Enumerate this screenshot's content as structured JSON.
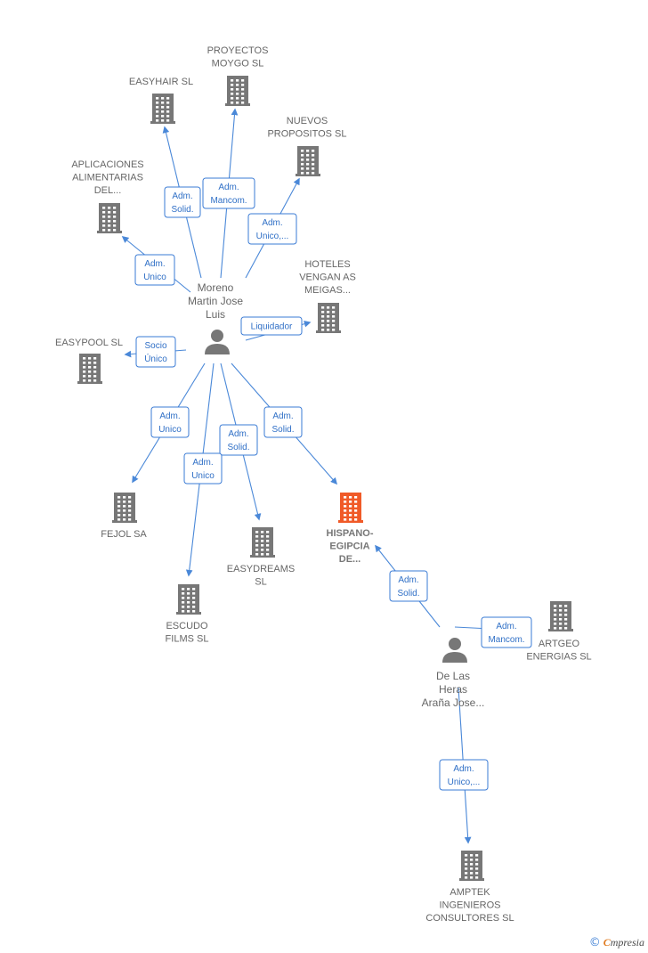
{
  "colors": {
    "accent": "#4a88d8",
    "building": "#777777",
    "focus_building": "#f05a28",
    "person": "#777777"
  },
  "companies": [
    {
      "id": "proyectos-moygo",
      "lines": [
        "PROYECTOS",
        "MOYGO  SL"
      ],
      "focus": false
    },
    {
      "id": "easyhair",
      "lines": [
        "EASYHAIR SL"
      ],
      "focus": false
    },
    {
      "id": "nuevos-propositos",
      "lines": [
        "NUEVOS",
        "PROPOSITOS SL"
      ],
      "focus": false
    },
    {
      "id": "aplicaciones-alimentarias",
      "lines": [
        "APLICACIONES",
        "ALIMENTARIAS",
        "DEL..."
      ],
      "focus": false
    },
    {
      "id": "hoteles-vengan",
      "lines": [
        "HOTELES",
        "VENGAN AS",
        "MEIGAS..."
      ],
      "focus": false
    },
    {
      "id": "easypool",
      "lines": [
        "EASYPOOL  SL"
      ],
      "focus": false
    },
    {
      "id": "fejol",
      "lines": [
        "FEJOL SA"
      ],
      "focus": false
    },
    {
      "id": "hispano-egipcia",
      "lines": [
        "HISPANO-",
        "EGIPCIA",
        "DE..."
      ],
      "focus": true
    },
    {
      "id": "easydreams",
      "lines": [
        "EASYDREAMS",
        "SL"
      ],
      "focus": false
    },
    {
      "id": "escudo-films",
      "lines": [
        "ESCUDO",
        "FILMS SL"
      ],
      "focus": false
    },
    {
      "id": "artgeo-energias",
      "lines": [
        "ARTGEO",
        "ENERGIAS  SL"
      ],
      "focus": false
    },
    {
      "id": "amptek",
      "lines": [
        "AMPTEK",
        "INGENIEROS",
        "CONSULTORES SL"
      ],
      "focus": false
    }
  ],
  "persons": [
    {
      "id": "moreno",
      "lines": [
        "Moreno",
        "Martin Jose",
        "Luis"
      ]
    },
    {
      "id": "delasheras",
      "lines": [
        "De Las",
        "Heras",
        "Araña Jose..."
      ]
    }
  ],
  "relations": [
    {
      "from": "moreno",
      "to": "easyhair",
      "role": [
        "Adm.",
        "Solid."
      ]
    },
    {
      "from": "moreno",
      "to": "proyectos-moygo",
      "role": [
        "Adm.",
        "Mancom."
      ]
    },
    {
      "from": "moreno",
      "to": "nuevos-propositos",
      "role": [
        "Adm.",
        "Unico,..."
      ]
    },
    {
      "from": "moreno",
      "to": "aplicaciones-alimentarias",
      "role": [
        "Adm.",
        "Unico"
      ]
    },
    {
      "from": "moreno",
      "to": "hoteles-vengan",
      "role": [
        "Liquidador"
      ]
    },
    {
      "from": "moreno",
      "to": "easypool",
      "role": [
        "Socio",
        "Único"
      ]
    },
    {
      "from": "moreno",
      "to": "fejol",
      "role": [
        "Adm.",
        "Unico"
      ]
    },
    {
      "from": "moreno",
      "to": "easydreams",
      "role": [
        "Adm.",
        "Solid."
      ]
    },
    {
      "from": "moreno",
      "to": "escudo-films",
      "role": [
        "Adm.",
        "Unico"
      ]
    },
    {
      "from": "moreno",
      "to": "hispano-egipcia",
      "role": [
        "Adm.",
        "Solid."
      ]
    },
    {
      "from": "delasheras",
      "to": "hispano-egipcia",
      "role": [
        "Adm.",
        "Solid."
      ]
    },
    {
      "from": "delasheras",
      "to": "artgeo-energias",
      "role": [
        "Adm.",
        "Mancom."
      ]
    },
    {
      "from": "delasheras",
      "to": "amptek",
      "role": [
        "Adm.",
        "Unico,..."
      ]
    }
  ],
  "footer": {
    "copyright": "©",
    "brand_initial": "C",
    "brand_rest": "mpresia"
  }
}
